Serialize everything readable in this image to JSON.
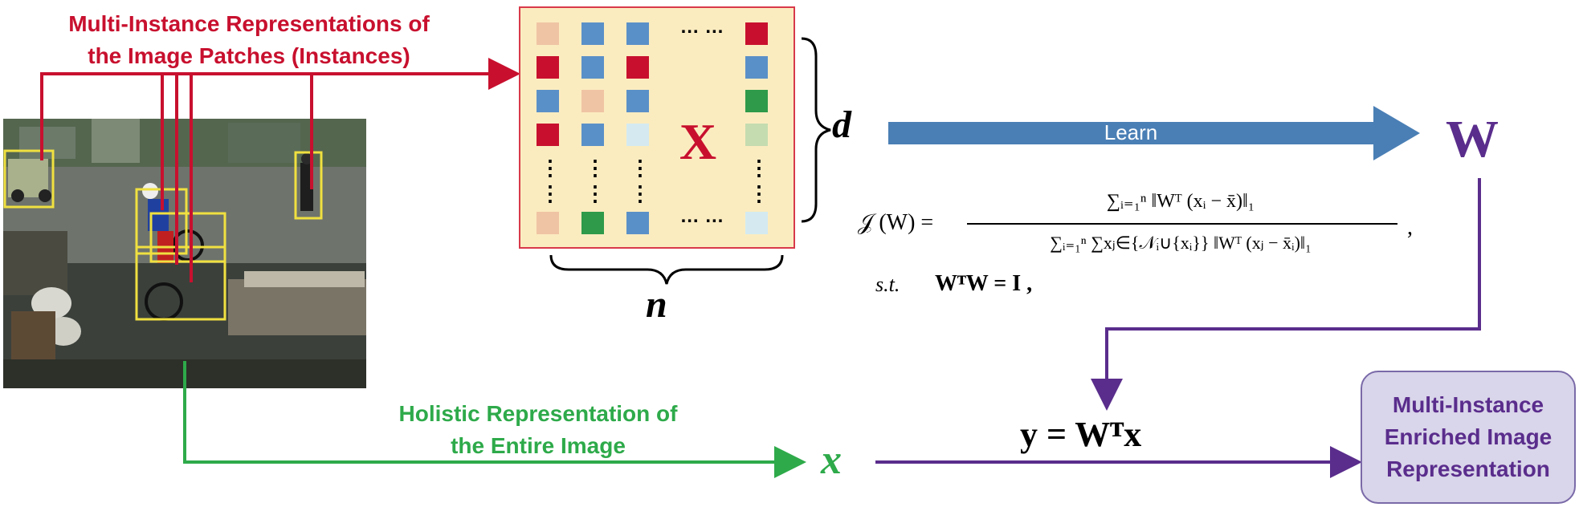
{
  "top_label": {
    "line1": "Multi-Instance Representations of",
    "line2": "the Image Patches (Instances)"
  },
  "matrix": {
    "symbol": "X",
    "rows_label": "d",
    "cols_label": "n",
    "ellipsis_h": "… …",
    "ellipsis_v": "⋮"
  },
  "learn_label": "Learn",
  "w_symbol": "W",
  "formula": {
    "lhs": "𝒥 (W) =",
    "numerator": "∑ᵢ₌₁ⁿ ‖Wᵀ (xᵢ − x̄)‖₁",
    "denominator": "∑ᵢ₌₁ⁿ ∑xⱼ∈{𝒩ᵢ∪{xᵢ}} ‖Wᵀ (xⱼ − x̄ᵢ)‖₁",
    "comma": ",",
    "st": "s.t.",
    "constraint": "WᵀW = I  ,"
  },
  "y_equation": "y = Wᵀx",
  "bottom_label": {
    "line1": "Holistic Representation of",
    "line2": "the Entire Image"
  },
  "x_symbol": "x",
  "output_box": "Multi-Instance\nEnriched Image\nRepresentation",
  "colors": {
    "red": "#c8102e",
    "green": "#2eaa4a",
    "purple": "#5a2d8c",
    "blue_arrow": "#4a7fb5",
    "matrix_bg": "#fbecc0"
  }
}
